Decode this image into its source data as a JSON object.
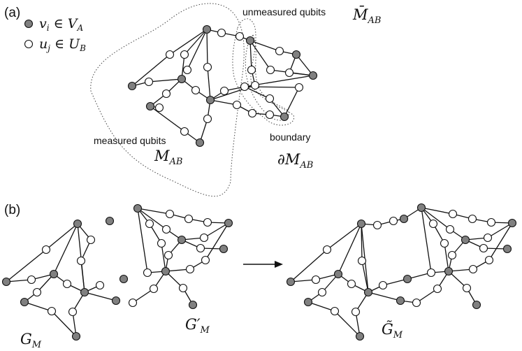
{
  "panel_labels": {
    "a": "(a)",
    "b": "(b)"
  },
  "legend": {
    "gray": {
      "symbol": "v",
      "sub": "i",
      "rel": " ∈ ",
      "set": "V",
      "set_sub": "A"
    },
    "white": {
      "symbol": "u",
      "sub": "j",
      "rel": " ∈ ",
      "set": "U",
      "set_sub": "B"
    }
  },
  "labels": {
    "unmeasured": "unmeasured qubits",
    "measured": "measured qubits",
    "boundary": "boundary",
    "m_bar": {
      "main": "M̄",
      "sub": "AB"
    },
    "m": {
      "main": "M",
      "sub": "AB"
    },
    "dm": {
      "main": "∂M",
      "sub": "AB"
    },
    "gm": {
      "main": "G",
      "sub": "M"
    },
    "gm_prime": {
      "main": "G′",
      "sub": "M"
    },
    "gm_tilde": {
      "main": "G̃",
      "sub": "M"
    }
  },
  "colors": {
    "measured_vertex": "#808080",
    "unmeasured_vertex": "#ffffff",
    "edge": "#111111"
  }
}
